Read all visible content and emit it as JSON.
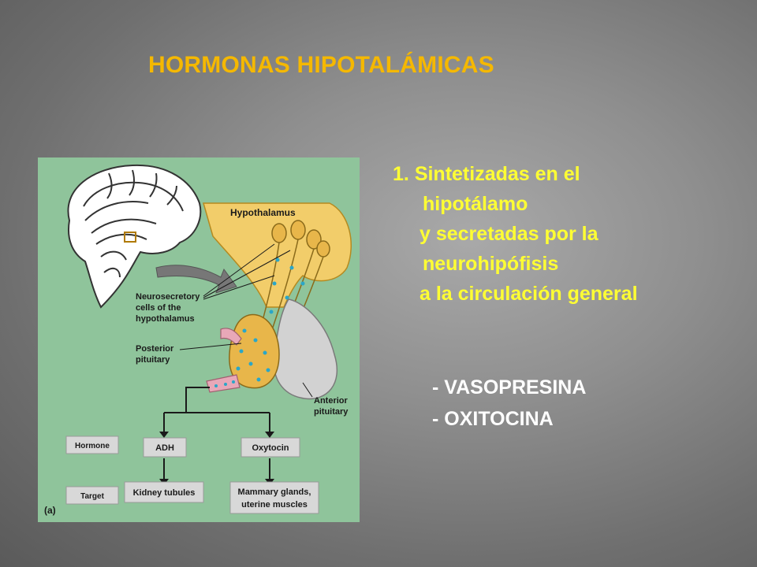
{
  "slide": {
    "title": "HORMONAS HIPOTALÁMICAS",
    "point_number": "1.",
    "point_lines": [
      "Sintetizadas en el",
      "hipotálamo",
      "y secretadas por la",
      "neurohipófisis",
      "a la circulación  general"
    ],
    "hormones": [
      "-  VASOPRESINA",
      "-  OXITOCINA"
    ]
  },
  "diagram": {
    "labels": {
      "hypothalamus": "Hypothalamus",
      "neurosecretory_1": "Neurosecretory",
      "neurosecretory_2": "cells of the",
      "neurosecretory_3": "hypothalamus",
      "posterior_1": "Posterior",
      "posterior_2": "pituitary",
      "anterior_1": "Anterior",
      "anterior_2": "pituitary",
      "hormone_key": "Hormone",
      "target_key": "Target",
      "adh": "ADH",
      "oxytocin": "Oxytocin",
      "kidney": "Kidney tubules",
      "mammary_1": "Mammary glands,",
      "mammary_2": "uterine muscles",
      "panel": "(a)"
    },
    "colors": {
      "background": "#8fc49b",
      "hypothalamus": "#f2cd6a",
      "anterior_pituitary": "#d2d2d2",
      "box": "#d8d8d8",
      "dots": "#2aa6c8"
    }
  }
}
